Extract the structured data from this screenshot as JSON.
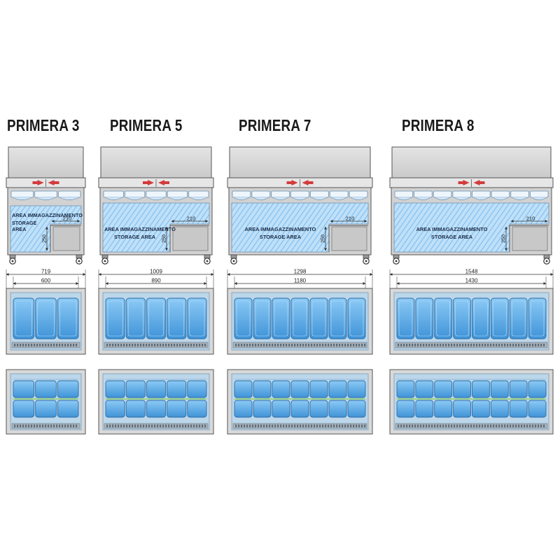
{
  "models": [
    {
      "name": "PRIMERA 3",
      "tubs": 3,
      "storage_label_it": "AREA IMMAGAZZINAMENTO",
      "storage_label_en": "STORAGE AREA",
      "dim_width": "210",
      "dim_height": "250",
      "outer_width": "719",
      "inner_width": "600"
    },
    {
      "name": "PRIMERA 5",
      "tubs": 5,
      "storage_label_it": "AREA IMMAGAZZINAMENTO",
      "storage_label_en": "STORAGE AREA",
      "dim_width": "210",
      "dim_height": "250",
      "outer_width": "1009",
      "inner_width": "890"
    },
    {
      "name": "PRIMERA 7",
      "tubs": 7,
      "storage_label_it": "AREA IMMAGAZZINAMENTO",
      "storage_label_en": "STORAGE AREA",
      "dim_width": "210",
      "dim_height": "250",
      "outer_width": "1298",
      "inner_width": "1180"
    },
    {
      "name": "PRIMERA 8",
      "tubs": 8,
      "storage_label_it": "AREA IMMAGAZZINAMENTO",
      "storage_label_en": "STORAGE AREA",
      "dim_width": "210",
      "dim_height": "250",
      "outer_width": "1548",
      "inner_width": "1430"
    }
  ],
  "colors": {
    "cabinet": "#d2d2d2",
    "cabinet_edge": "#555555",
    "tub": "#5aa8e6",
    "tub_light": "#9fd0f5",
    "dimension": "#c0392b",
    "shelf": "#8fcf6a"
  }
}
